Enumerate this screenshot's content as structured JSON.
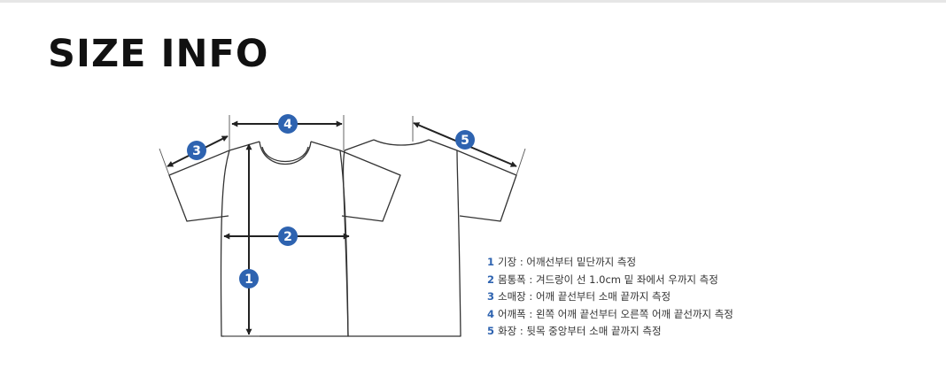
{
  "title": "SIZE INFO",
  "colors": {
    "accent": "#2e63b0",
    "outline": "#333333",
    "arrow": "#222222"
  },
  "markers": [
    "1",
    "2",
    "3",
    "4",
    "5"
  ],
  "legend": [
    {
      "num": "1",
      "text": "기장 : 어깨선부터 밑단까지 측정"
    },
    {
      "num": "2",
      "text": "몸통폭 : 겨드랑이 선 1.0cm 밑 좌에서 우까지 측정"
    },
    {
      "num": "3",
      "text": "소매장 : 어깨 끝선부터 소매 끝까지 측정"
    },
    {
      "num": "4",
      "text": "어깨폭 : 왼쪽 어깨 끝선부터 오른쪽 어깨 끝선까지 측정"
    },
    {
      "num": "5",
      "text": "화장 : 뒷목 중앙부터 소매 끝까지 측정"
    }
  ]
}
